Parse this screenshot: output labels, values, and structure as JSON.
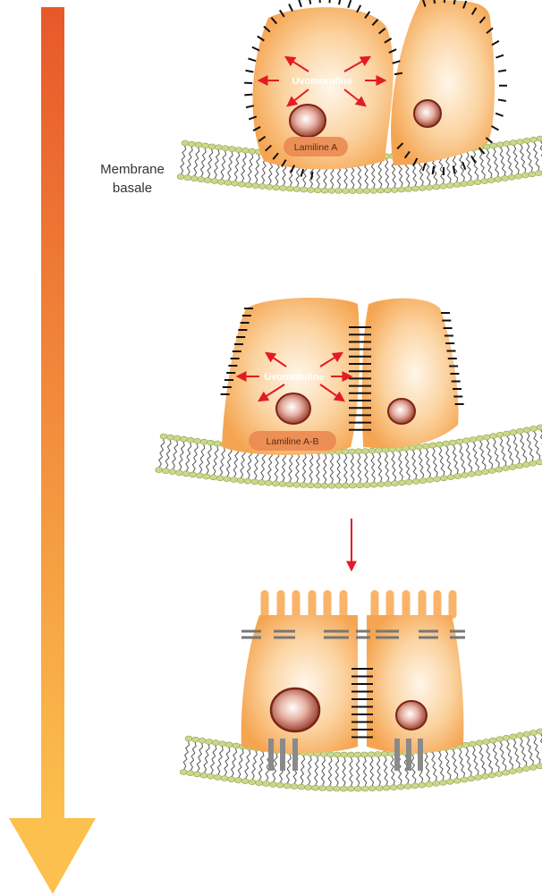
{
  "labels": {
    "membrane_line1": "Membrane",
    "membrane_line2": "basale",
    "uvomoruline_1": "Uvomoruline",
    "laminine_1": "Lamiline A",
    "uvomoruline_2": "Uvomoruline",
    "laminine_2": "Lamiline A-B"
  },
  "colors": {
    "time_arrow_top": "#e8582a",
    "time_arrow_bottom": "#fcc04e",
    "cell_fill": "#f9b46a",
    "cell_highlight": "#fff6ea",
    "nucleus": "#9a3a2a",
    "uvomoruline_arrow": "#e31b23",
    "lipid_head": "#c9d98a",
    "lipid_tail": "#555555",
    "junction": "#111111",
    "laminin_patch": "#ea8a52"
  }
}
